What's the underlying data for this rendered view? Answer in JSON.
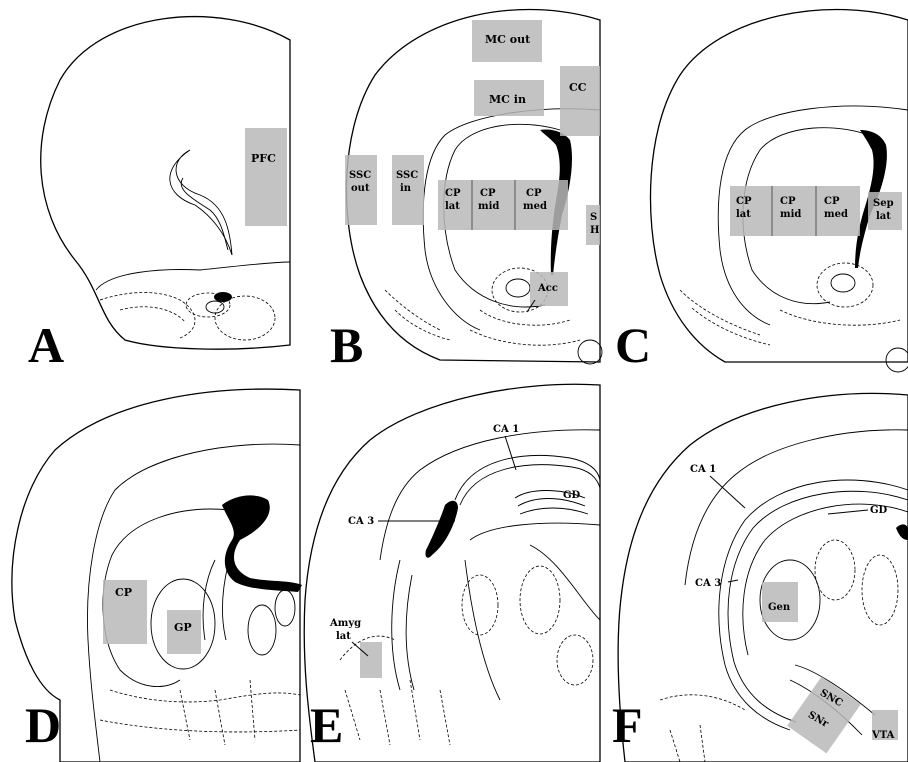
{
  "panels": [
    {
      "letter": "A",
      "regions": {
        "pfc": "PFC"
      }
    },
    {
      "letter": "B",
      "regions": {
        "mc_out": "MC out",
        "mc_in": "MC in",
        "cc": "CC",
        "ssc_out_1": "SSC",
        "ssc_out_2": "out",
        "ssc_in_1": "SSC",
        "ssc_in_2": "in",
        "cp_lat_1": "CP",
        "cp_lat_2": "lat",
        "cp_mid_1": "CP",
        "cp_mid_2": "mid",
        "cp_med_1": "CP",
        "cp_med_2": "med",
        "sep_1": "S",
        "sep_2": "H",
        "acc": "Acc"
      }
    },
    {
      "letter": "C",
      "regions": {
        "cp_lat_1": "CP",
        "cp_lat_2": "lat",
        "cp_mid_1": "CP",
        "cp_mid_2": "mid",
        "cp_med_1": "CP",
        "cp_med_2": "med",
        "sep_lat_1": "Sep",
        "sep_lat_2": "lat"
      }
    },
    {
      "letter": "D",
      "regions": {
        "cp": "CP",
        "gp": "GP"
      }
    },
    {
      "letter": "E",
      "regions": {
        "ca1": "CA 1",
        "ca3": "CA 3",
        "gd": "GD",
        "amyg_1": "Amyg",
        "amyg_2": "lat"
      }
    },
    {
      "letter": "F",
      "regions": {
        "ca1": "CA 1",
        "ca3": "CA 3",
        "gd": "GD",
        "gen": "Gen",
        "snc": "SNC",
        "snr": "SNr",
        "vta": "VTA"
      }
    }
  ],
  "colors": {
    "region_fill": "#b9b9b9",
    "ventricle": "#000000",
    "background": "#ffffff"
  }
}
